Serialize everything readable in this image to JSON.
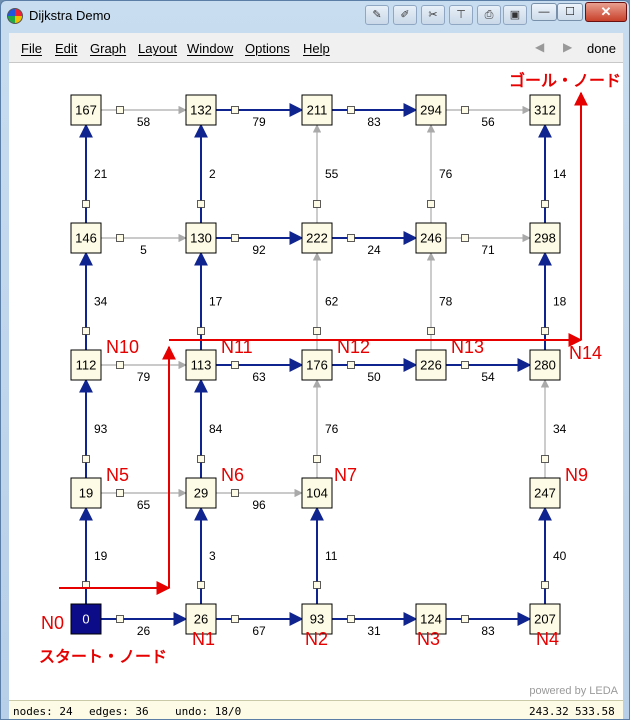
{
  "window": {
    "title": "Dijkstra Demo",
    "close_label": "✕",
    "min_label": "—",
    "max_label": "☐"
  },
  "menus": [
    "File",
    "Edit",
    "Graph",
    "Layout",
    "Window",
    "Options",
    "Help"
  ],
  "nav": {
    "prev": "◀",
    "next": "▶",
    "done": "done"
  },
  "colors": {
    "tree_edge": "#102490",
    "other_edge": "#aaaaaa",
    "node_fill": "#fdfbe6",
    "start_fill": "#0c0c88",
    "annotation": "#e60000"
  },
  "nodes": [
    {
      "label": "0",
      "start": true
    },
    {
      "label": "26"
    },
    {
      "label": "93"
    },
    {
      "label": "124"
    },
    {
      "label": "207"
    },
    {
      "label": "19"
    },
    {
      "label": "29"
    },
    {
      "label": "104"
    },
    {
      "label": "247"
    },
    {
      "label": "112"
    },
    {
      "label": "113"
    },
    {
      "label": "176"
    },
    {
      "label": "226"
    },
    {
      "label": "280"
    },
    {
      "label": "146"
    },
    {
      "label": "130"
    },
    {
      "label": "222"
    },
    {
      "label": "246"
    },
    {
      "label": "298"
    },
    {
      "label": "167"
    },
    {
      "label": "132"
    },
    {
      "label": "211"
    },
    {
      "label": "294"
    },
    {
      "label": "312"
    }
  ],
  "edges": [
    {
      "from": 0,
      "to": 1,
      "w": "26",
      "tree": true
    },
    {
      "from": 1,
      "to": 2,
      "w": "67",
      "tree": true
    },
    {
      "from": 2,
      "to": 3,
      "w": "31",
      "tree": true
    },
    {
      "from": 3,
      "to": 4,
      "w": "83",
      "tree": true
    },
    {
      "from": 0,
      "to": 5,
      "w": "19",
      "tree": true
    },
    {
      "from": 1,
      "to": 6,
      "w": "3",
      "tree": true
    },
    {
      "from": 2,
      "to": 7,
      "w": "11",
      "tree": true
    },
    {
      "from": 4,
      "to": 8,
      "w": "40",
      "tree": true
    },
    {
      "from": 5,
      "to": 6,
      "w": "65",
      "tree": false
    },
    {
      "from": 6,
      "to": 7,
      "w": "96",
      "tree": false
    },
    {
      "from": 5,
      "to": 9,
      "w": "93",
      "tree": true
    },
    {
      "from": 6,
      "to": 10,
      "w": "84",
      "tree": true
    },
    {
      "from": 7,
      "to": 11,
      "w": "76",
      "tree": false
    },
    {
      "from": 8,
      "to": 13,
      "w": "34",
      "tree": false
    },
    {
      "from": 9,
      "to": 10,
      "w": "79",
      "tree": false
    },
    {
      "from": 10,
      "to": 11,
      "w": "63",
      "tree": true
    },
    {
      "from": 11,
      "to": 12,
      "w": "50",
      "tree": true
    },
    {
      "from": 12,
      "to": 13,
      "w": "54",
      "tree": true
    },
    {
      "from": 9,
      "to": 14,
      "w": "34",
      "tree": true
    },
    {
      "from": 10,
      "to": 15,
      "w": "17",
      "tree": true
    },
    {
      "from": 11,
      "to": 16,
      "w": "62",
      "tree": false
    },
    {
      "from": 12,
      "to": 17,
      "w": "78",
      "tree": false
    },
    {
      "from": 13,
      "to": 18,
      "w": "18",
      "tree": true
    },
    {
      "from": 14,
      "to": 15,
      "w": "5",
      "tree": false
    },
    {
      "from": 15,
      "to": 16,
      "w": "92",
      "tree": true
    },
    {
      "from": 16,
      "to": 17,
      "w": "24",
      "tree": true
    },
    {
      "from": 17,
      "to": 18,
      "w": "71",
      "tree": false
    },
    {
      "from": 14,
      "to": 19,
      "w": "21",
      "tree": true
    },
    {
      "from": 15,
      "to": 20,
      "w": "2",
      "tree": true
    },
    {
      "from": 16,
      "to": 21,
      "w": "55",
      "tree": false
    },
    {
      "from": 17,
      "to": 22,
      "w": "76",
      "tree": false
    },
    {
      "from": 18,
      "to": 23,
      "w": "14",
      "tree": true
    },
    {
      "from": 19,
      "to": 20,
      "w": "58",
      "tree": false
    },
    {
      "from": 20,
      "to": 21,
      "w": "79",
      "tree": true
    },
    {
      "from": 21,
      "to": 22,
      "w": "83",
      "tree": true
    },
    {
      "from": 22,
      "to": 23,
      "w": "56",
      "tree": false
    }
  ],
  "annotations": {
    "node_names": [
      "N0",
      "N1",
      "N2",
      "N3",
      "N4",
      "N5",
      "N6",
      "N7",
      "N9",
      "N10",
      "N11",
      "N12",
      "N13",
      "N14"
    ],
    "start_label": "スタート・ノード",
    "goal_label": "ゴール・ノード"
  },
  "watermark": "powered by LEDA",
  "status": {
    "nodes": "nodes: 24",
    "edges": "edges: 36",
    "undo": "undo: 18/0",
    "coord_x": "243.32",
    "coord_y": "533.58"
  }
}
